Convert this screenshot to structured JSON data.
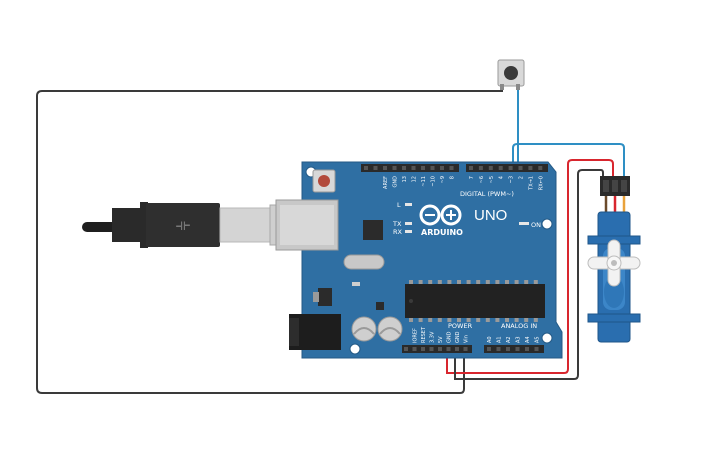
{
  "board": {
    "brand": "ARDUINO",
    "model": "UNO",
    "digital_label": "DIGITAL (PWM~)",
    "power_label": "POWER",
    "analog_label": "ANALOG IN",
    "on_label": "ON",
    "led_l": "L",
    "led_tx": "TX",
    "led_rx": "RX",
    "digital_pins": [
      "AREF",
      "GND",
      "13",
      "12",
      "~11",
      "~10",
      "~9",
      "8",
      "7",
      "~6",
      "~5",
      "4",
      "~3",
      "2",
      "TX→1",
      "RX←0"
    ],
    "power_pins": [
      "IOREF",
      "RESET",
      "3.3V",
      "5V",
      "GND",
      "GND",
      "Vin"
    ],
    "analog_pins": [
      "A0",
      "A1",
      "A2",
      "A3",
      "A4",
      "A5"
    ]
  },
  "colors": {
    "board": "#2f6fa3",
    "board_dark": "#245a86",
    "wire_blue": "#2e8fc4",
    "wire_red": "#d8262e",
    "wire_black": "#3a3a3a",
    "servo": "#2a6eaf",
    "header": "#2a2a2a"
  }
}
